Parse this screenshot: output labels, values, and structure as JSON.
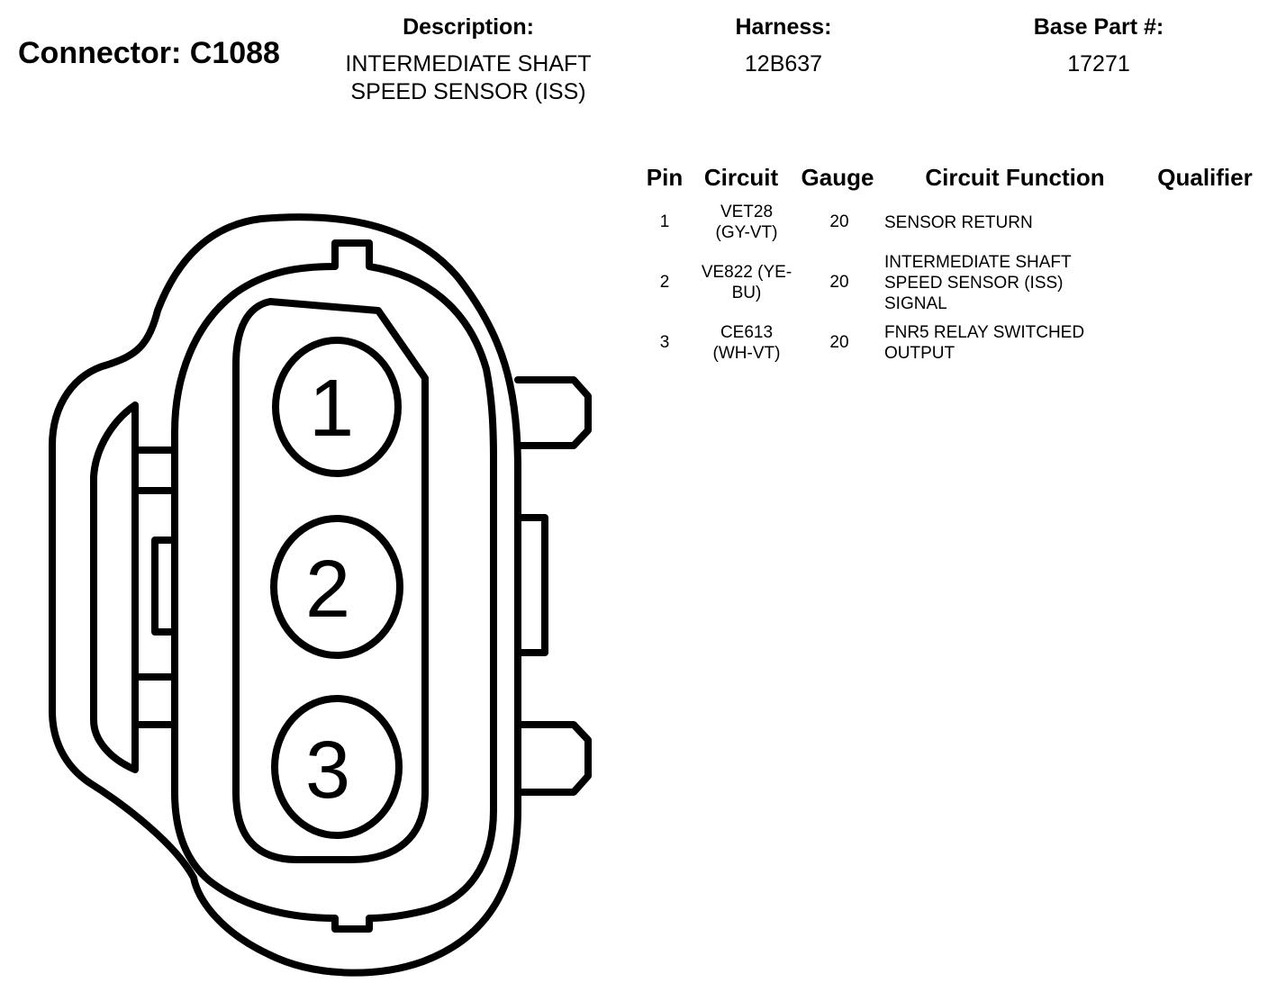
{
  "header": {
    "connector_title": "Connector: C1088",
    "description_label": "Description:",
    "description_line1": "INTERMEDIATE SHAFT",
    "description_line2": "SPEED SENSOR (ISS)",
    "harness_label": "Harness:",
    "harness_value": "12B637",
    "base_part_label": "Base Part #:",
    "base_part_value": "17271"
  },
  "table": {
    "columns": {
      "pin": "Pin",
      "circuit": "Circuit",
      "gauge": "Gauge",
      "function": "Circuit Function",
      "qualifier": "Qualifier"
    },
    "rows": [
      {
        "pin": "1",
        "circuit_line1": "VET28",
        "circuit_line2": "(GY-VT)",
        "gauge": "20",
        "function_line1": "SENSOR RETURN",
        "function_line2": "",
        "function_line3": ""
      },
      {
        "pin": "2",
        "circuit_line1": "VE822 (YE-",
        "circuit_line2": "BU)",
        "gauge": "20",
        "function_line1": "INTERMEDIATE SHAFT",
        "function_line2": "SPEED SENSOR (ISS)",
        "function_line3": "SIGNAL"
      },
      {
        "pin": "3",
        "circuit_line1": "CE613",
        "circuit_line2": "(WH-VT)",
        "gauge": "20",
        "function_line1": "FNR5 RELAY SWITCHED",
        "function_line2": "OUTPUT",
        "function_line3": ""
      }
    ]
  },
  "diagram": {
    "pin_labels": [
      "1",
      "2",
      "3"
    ]
  }
}
